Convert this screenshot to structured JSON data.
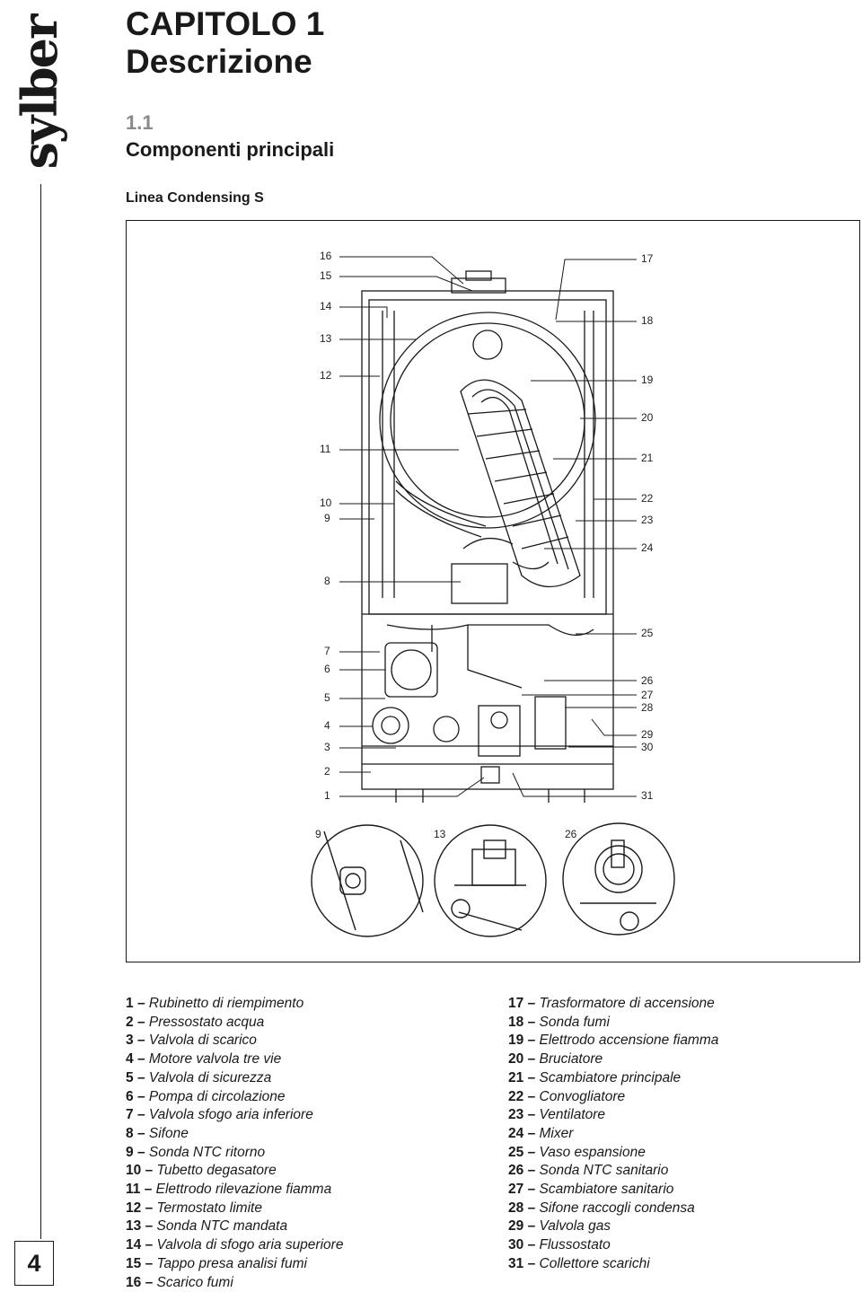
{
  "brand": {
    "name": "sylber"
  },
  "page_number": "4",
  "chapter": {
    "line1": "CAPITOLO 1",
    "line2": "Descrizione"
  },
  "section": {
    "number": "1.1",
    "title": "Componenti principali"
  },
  "subtitle": "Linea Condensing S",
  "figure": {
    "callouts_left": [
      "16",
      "15",
      "14",
      "13",
      "12",
      "11",
      "10",
      "9",
      "8",
      "7",
      "6",
      "5",
      "4",
      "3",
      "2",
      "1"
    ],
    "callouts_right": [
      "17",
      "18",
      "19",
      "20",
      "21",
      "22",
      "23",
      "24",
      "25",
      "26",
      "27",
      "28",
      "29",
      "30",
      "31"
    ],
    "detail_labels": [
      "9",
      "13",
      "26"
    ]
  },
  "legend": {
    "left": [
      {
        "num": "1",
        "text": "Rubinetto di riempimento"
      },
      {
        "num": "2",
        "text": "Pressostato acqua"
      },
      {
        "num": "3",
        "text": "Valvola di scarico"
      },
      {
        "num": "4",
        "text": "Motore valvola tre vie"
      },
      {
        "num": "5",
        "text": "Valvola di sicurezza"
      },
      {
        "num": "6",
        "text": "Pompa di circolazione"
      },
      {
        "num": "7",
        "text": "Valvola sfogo aria inferiore"
      },
      {
        "num": "8",
        "text": "Sifone"
      },
      {
        "num": "9",
        "text": "Sonda NTC ritorno"
      },
      {
        "num": "10",
        "text": "Tubetto degasatore"
      },
      {
        "num": "11",
        "text": "Elettrodo rilevazione fiamma"
      },
      {
        "num": "12",
        "text": "Termostato limite"
      },
      {
        "num": "13",
        "text": "Sonda NTC mandata"
      },
      {
        "num": "14",
        "text": "Valvola di sfogo aria superiore"
      },
      {
        "num": "15",
        "text": "Tappo presa analisi fumi"
      },
      {
        "num": "16",
        "text": "Scarico fumi"
      }
    ],
    "right": [
      {
        "num": "17",
        "text": "Trasformatore di accensione"
      },
      {
        "num": "18",
        "text": "Sonda fumi"
      },
      {
        "num": "19",
        "text": "Elettrodo accensione fiamma"
      },
      {
        "num": "20",
        "text": "Bruciatore"
      },
      {
        "num": "21",
        "text": "Scambiatore principale"
      },
      {
        "num": "22",
        "text": "Convogliatore"
      },
      {
        "num": "23",
        "text": "Ventilatore"
      },
      {
        "num": "24",
        "text": "Mixer"
      },
      {
        "num": "25",
        "text": "Vaso espansione"
      },
      {
        "num": "26",
        "text": "Sonda NTC sanitario"
      },
      {
        "num": "27",
        "text": "Scambiatore sanitario"
      },
      {
        "num": "28",
        "text": "Sifone raccogli condensa"
      },
      {
        "num": "29",
        "text": "Valvola gas"
      },
      {
        "num": "30",
        "text": "Flussostato"
      },
      {
        "num": "31",
        "text": "Collettore scarichi"
      }
    ]
  },
  "dash": "–"
}
